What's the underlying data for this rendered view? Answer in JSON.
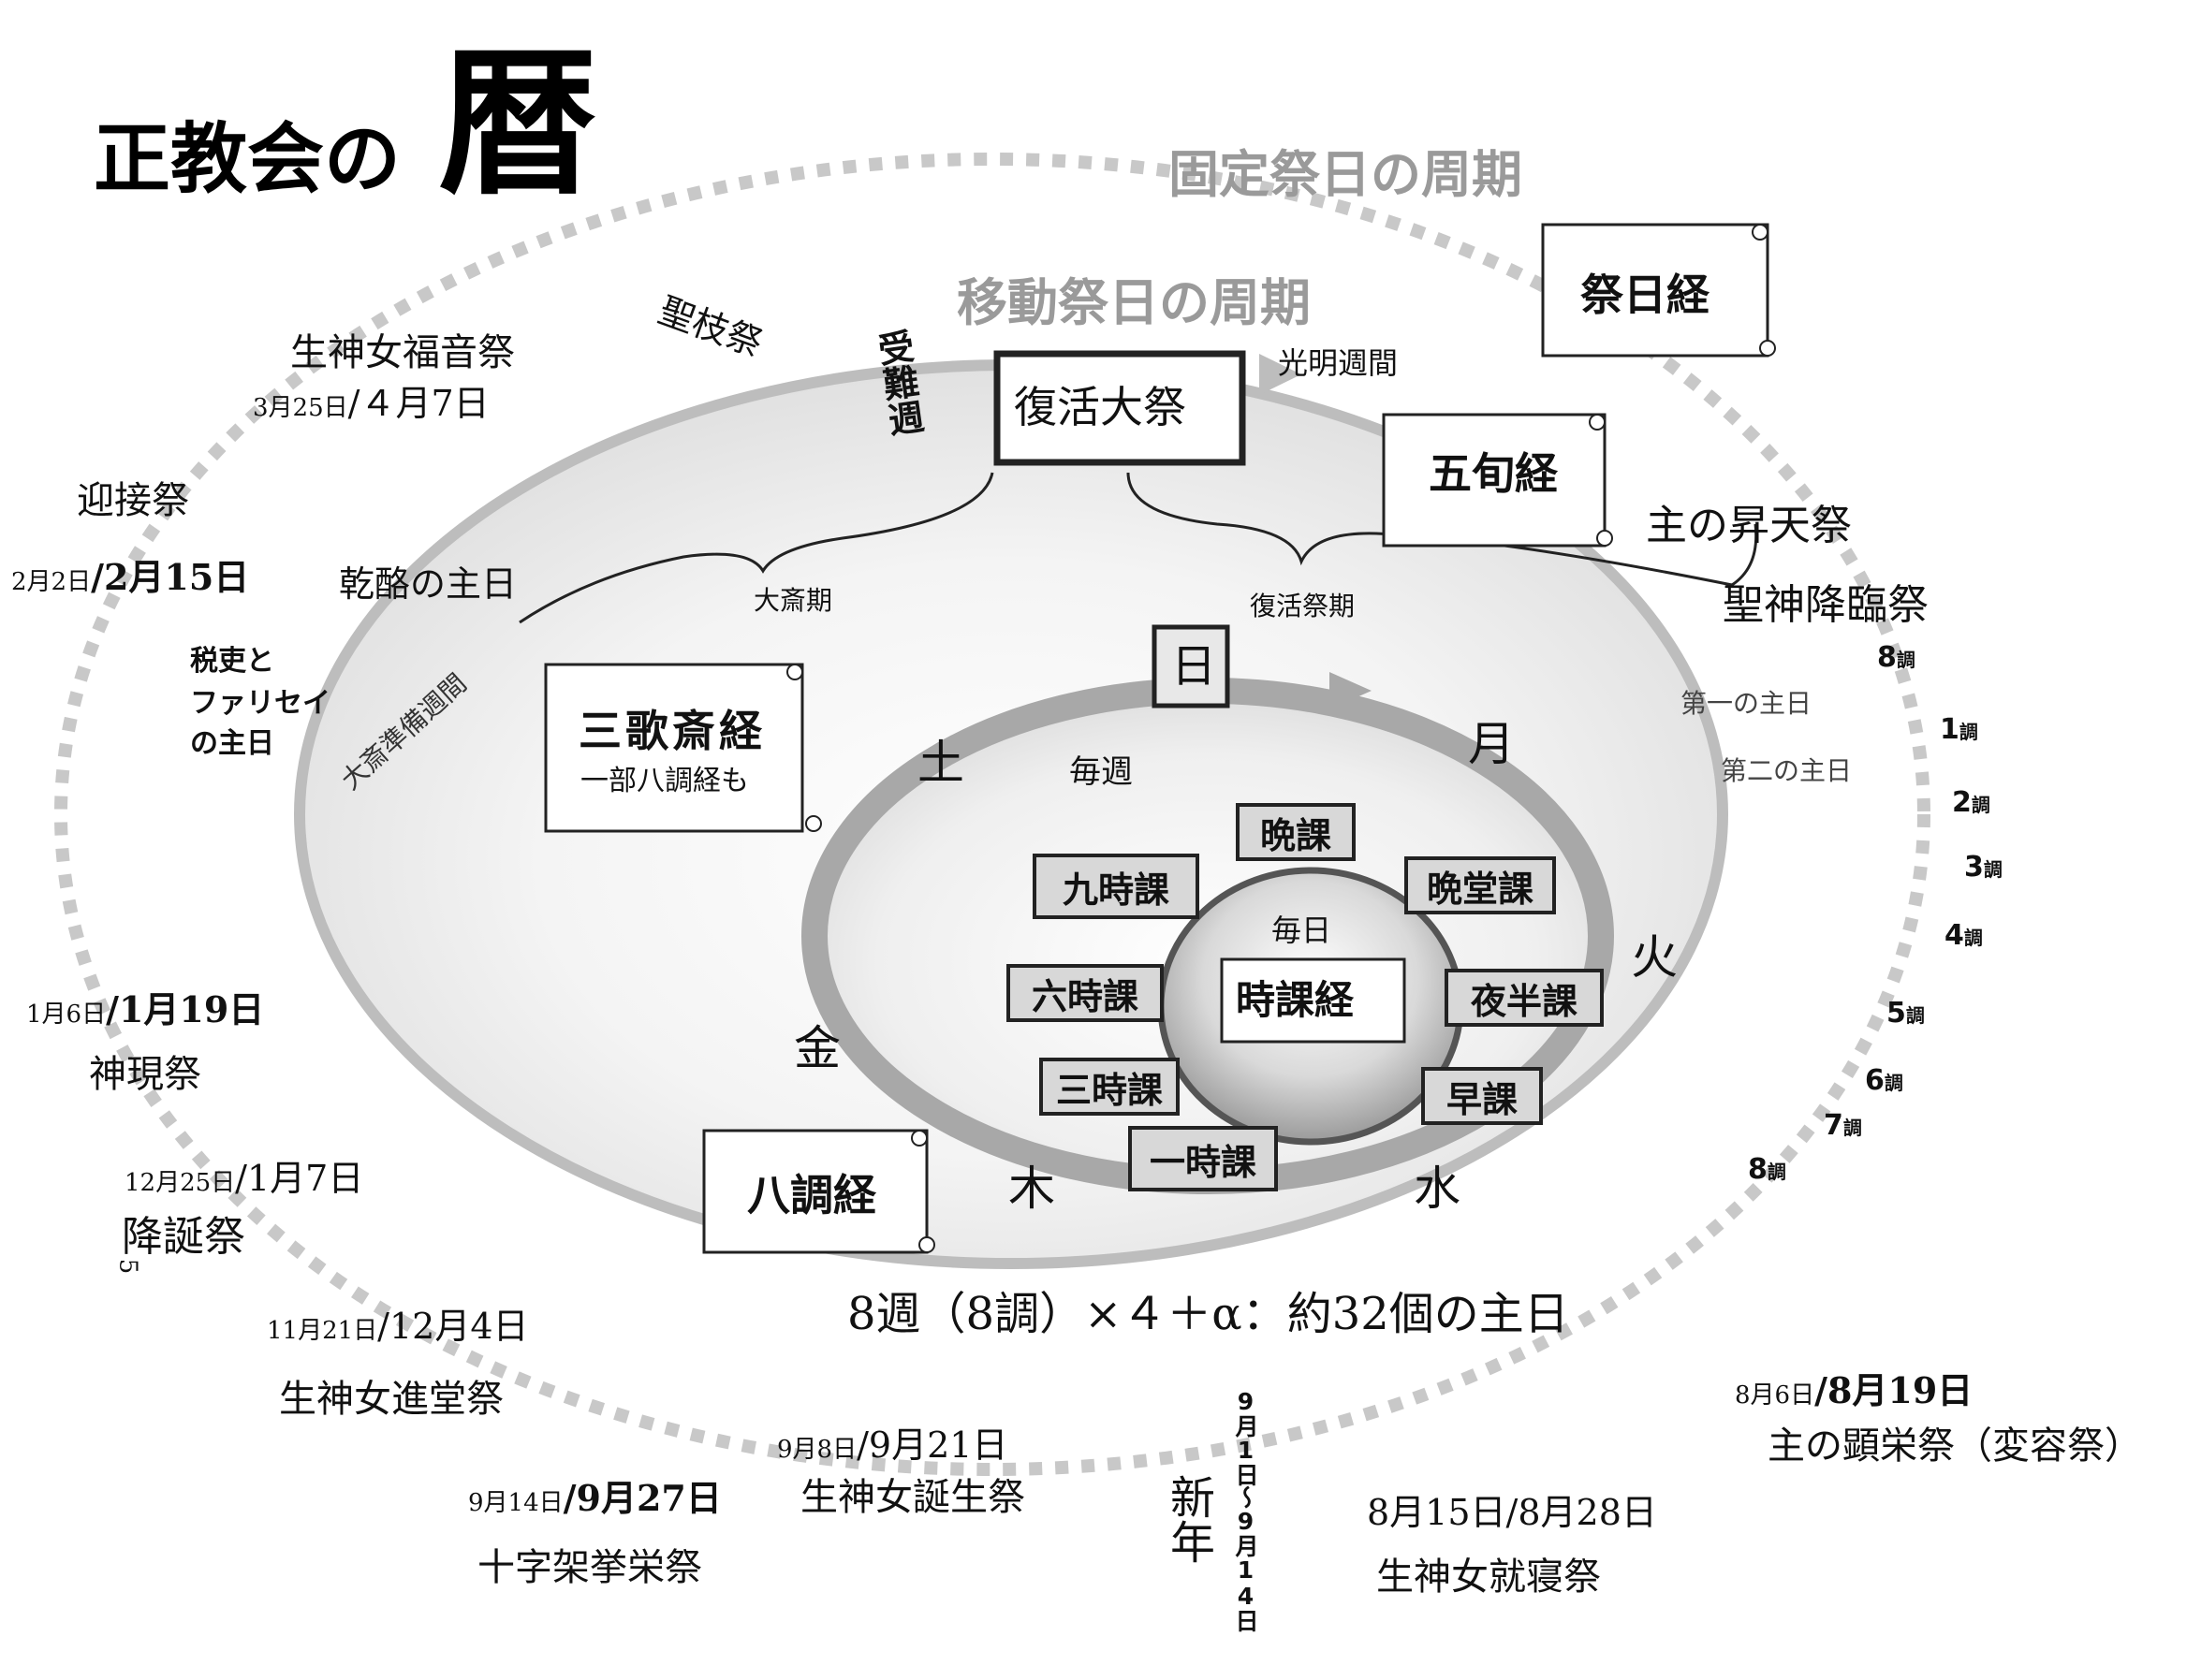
{
  "title": {
    "main": "正教会の",
    "big": "暦"
  },
  "cycles": {
    "fixed": "固定祭日の周期",
    "movable": "移動祭日の周期"
  },
  "books": {
    "menaion": "祭日経",
    "pentecostarion": "五旬経",
    "triodion_title": "三歌斎経",
    "triodion_sub": "一部八調経も",
    "octoechos": "八調経",
    "horologion": "時課経"
  },
  "movable": {
    "pascha": "復活大祭",
    "bright_week": "光明週間",
    "holy_week": "受難週",
    "palm_sunday": "聖枝祭",
    "ascension": "主の昇天祭",
    "pentecost": "聖神降臨祭",
    "first_sunday": "第一の主日",
    "second_sunday": "第二の主日",
    "great_lent": "大斎期",
    "paschal_season": "復活祭期",
    "forgiveness_sunday": "乾酪の主日",
    "prelent_weeks": "大斎準備週間",
    "publican_1": "税吏と",
    "publican_2": "ファリセイ",
    "publican_3": "の主日"
  },
  "weekly": {
    "label": "毎週",
    "days": {
      "sun": "日",
      "mon": "月",
      "tue": "火",
      "wed": "水",
      "thu": "木",
      "fri": "金",
      "sat": "土"
    }
  },
  "daily": {
    "label": "毎日",
    "hours": [
      "晩課",
      "晩堂課",
      "夜半課",
      "早課",
      "一時課",
      "三時課",
      "六時課",
      "九時課"
    ]
  },
  "tones": [
    {
      "num": "8",
      "unit": "調"
    },
    {
      "num": "1",
      "unit": "調"
    },
    {
      "num": "2",
      "unit": "調"
    },
    {
      "num": "3",
      "unit": "調"
    },
    {
      "num": "4",
      "unit": "調"
    },
    {
      "num": "5",
      "unit": "調"
    },
    {
      "num": "6",
      "unit": "調"
    },
    {
      "num": "7",
      "unit": "調"
    },
    {
      "num": "8",
      "unit": "調"
    }
  ],
  "formula": "8週（8調）×４＋α：約32個の主日",
  "fixed_feasts": {
    "annunciation": {
      "old": "3月25日",
      "new": "/４月7日",
      "name": "生神女福音祭"
    },
    "meeting": {
      "old": "2月2日",
      "new": "/2月15日",
      "name": "迎接祭"
    },
    "theophany": {
      "old": "1月6日",
      "new": "/1月19日",
      "name": "神現祭"
    },
    "nativity": {
      "old": "12月25日",
      "new": "/1月7日",
      "name": "降誕祭"
    },
    "presentation": {
      "old": "11月21日",
      "new": "/12月4日",
      "name": "生神女進堂祭"
    },
    "exaltation": {
      "old": "9月14日",
      "new": "/9月27日",
      "name": "十字架挙栄祭"
    },
    "nativity_theotokos": {
      "old": "9月8日",
      "new": "/9月21日",
      "name": "生神女誕生祭"
    },
    "new_year": {
      "name": "新年",
      "dates": "9月1日〜9月14日"
    },
    "dormition": {
      "old": "8月15日",
      "new": "/8月28日",
      "name": "生神女就寝祭"
    },
    "transfiguration": {
      "old": "8月6日",
      "new": "/8月19日",
      "name": "主の顕栄祭（変容祭）"
    }
  },
  "stray_mark": "5",
  "colors": {
    "fixed_ring": "#c8c8c8",
    "movable_ring": "#bdbdbd",
    "weekly_ring": "#a8a8a8",
    "daily_ring": "#555555",
    "cycle_text": "#9a9a9a"
  }
}
